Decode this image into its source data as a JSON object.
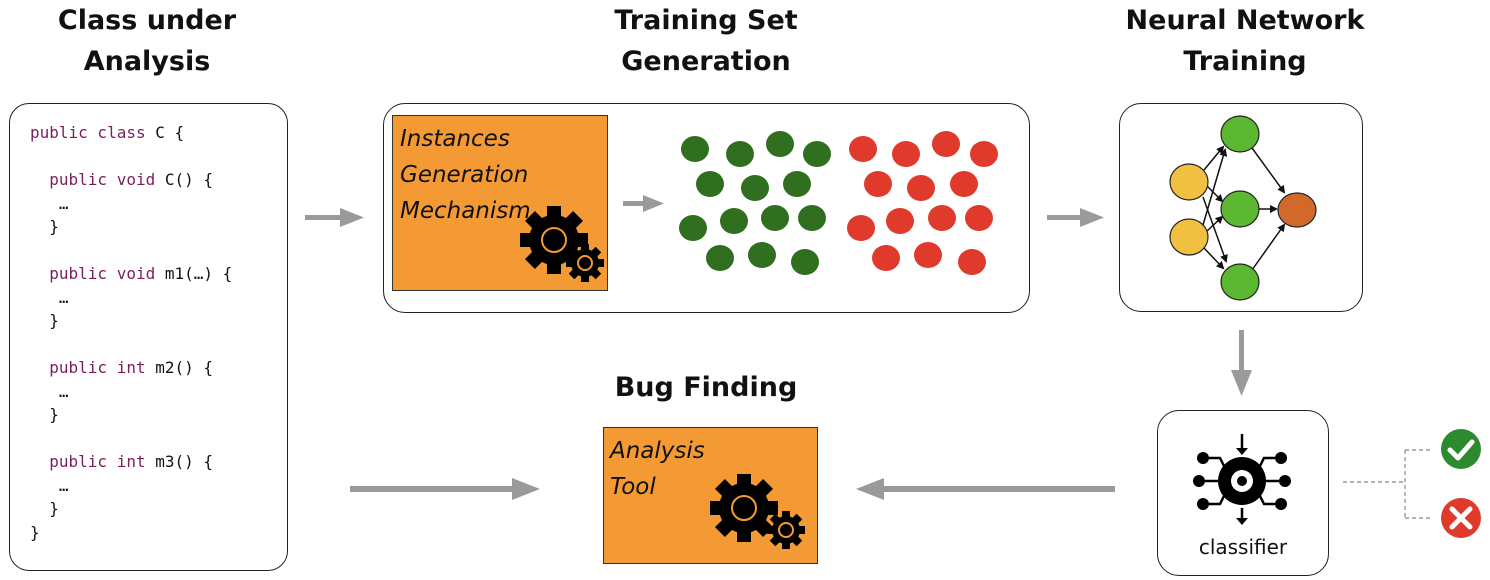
{
  "headings": {
    "class_under_analysis": [
      "Class under",
      "Analysis"
    ],
    "training_set_generation": [
      "Training Set",
      "Generation"
    ],
    "neural_network_training": [
      "Neural Network",
      "Training"
    ],
    "bug_finding": "Bug Finding"
  },
  "code_lines": [
    {
      "kw": "public class",
      "rest": " C {"
    },
    {
      "kw": "",
      "rest": ""
    },
    {
      "kw": "  public void",
      "rest": " C() {"
    },
    {
      "kw": "",
      "rest": "   …"
    },
    {
      "kw": "",
      "rest": "  }"
    },
    {
      "kw": "",
      "rest": ""
    },
    {
      "kw": "  public void",
      "rest": " m1(…) {"
    },
    {
      "kw": "",
      "rest": "   …"
    },
    {
      "kw": "",
      "rest": "  }"
    },
    {
      "kw": "",
      "rest": ""
    },
    {
      "kw": "  public int",
      "rest": " m2() {"
    },
    {
      "kw": "",
      "rest": "   …"
    },
    {
      "kw": "",
      "rest": "  }"
    },
    {
      "kw": "",
      "rest": ""
    },
    {
      "kw": "  public int",
      "rest": " m3() {"
    },
    {
      "kw": "",
      "rest": "   …"
    },
    {
      "kw": "",
      "rest": "  }"
    },
    {
      "kw": "",
      "rest": "}"
    }
  ],
  "instances_box": {
    "lines": [
      "Instances",
      "Generation",
      "Mechanism"
    ]
  },
  "analysis_box": {
    "lines": [
      "Analysis",
      "Tool"
    ]
  },
  "classifier_label": "classifier",
  "colors": {
    "orange": "#f39a35",
    "green_dot": "#2f6f1f",
    "red_dot": "#e03a2c",
    "arrow_gray": "#9a9a9a",
    "node_yellow": "#f0c040",
    "node_green": "#5cb832",
    "node_orange": "#d2692a",
    "check_green": "#2e8a2e",
    "cross_red": "#e03a2c"
  },
  "icons": [
    "gears-icon",
    "classifier-icon",
    "check-icon",
    "cross-icon"
  ]
}
